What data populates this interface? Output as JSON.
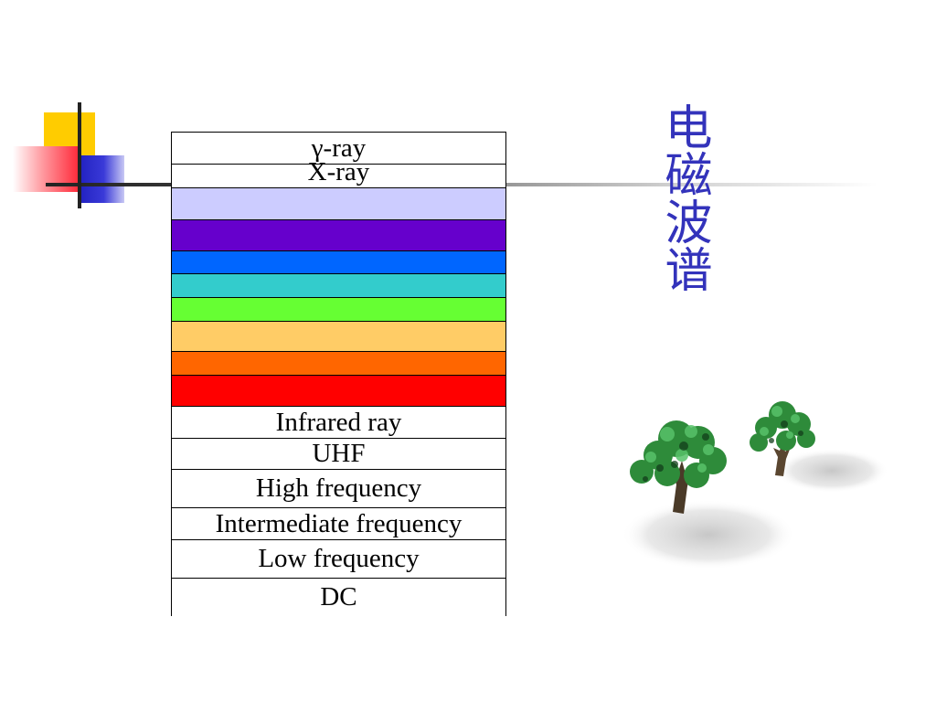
{
  "slide": {
    "title": "电磁波谱"
  },
  "spectrum": {
    "bands": [
      {
        "label": "γ-ray",
        "color": "#ffffff"
      },
      {
        "label": "X-ray",
        "color": "#ffffff"
      },
      {
        "label": "",
        "color": "#ccccff"
      },
      {
        "label": "",
        "color": "#6600cc"
      },
      {
        "label": "",
        "color": "#0066ff"
      },
      {
        "label": "",
        "color": "#33cccc"
      },
      {
        "label": "",
        "color": "#66ff33"
      },
      {
        "label": "",
        "color": "#ffcc66"
      },
      {
        "label": "",
        "color": "#ff6600"
      },
      {
        "label": "",
        "color": "#ff0000"
      },
      {
        "label": "Infrared ray",
        "color": "#ffffff"
      },
      {
        "label": "UHF",
        "color": "#ffffff"
      },
      {
        "label": "High frequency",
        "color": "#ffffff"
      },
      {
        "label": "Intermediate frequency",
        "color": "#ffffff"
      },
      {
        "label": "Low frequency",
        "color": "#ffffff"
      },
      {
        "label": "DC",
        "color": "#ffffff"
      }
    ]
  },
  "colors": {
    "title": "#3333bb",
    "decoration_yellow": "#ffcc00",
    "decoration_red": "#ff2a3a",
    "decoration_blue": "#2020c0"
  },
  "icons": {
    "decoration": "corner-squares-icon",
    "trees": "trees-illustration-icon"
  }
}
